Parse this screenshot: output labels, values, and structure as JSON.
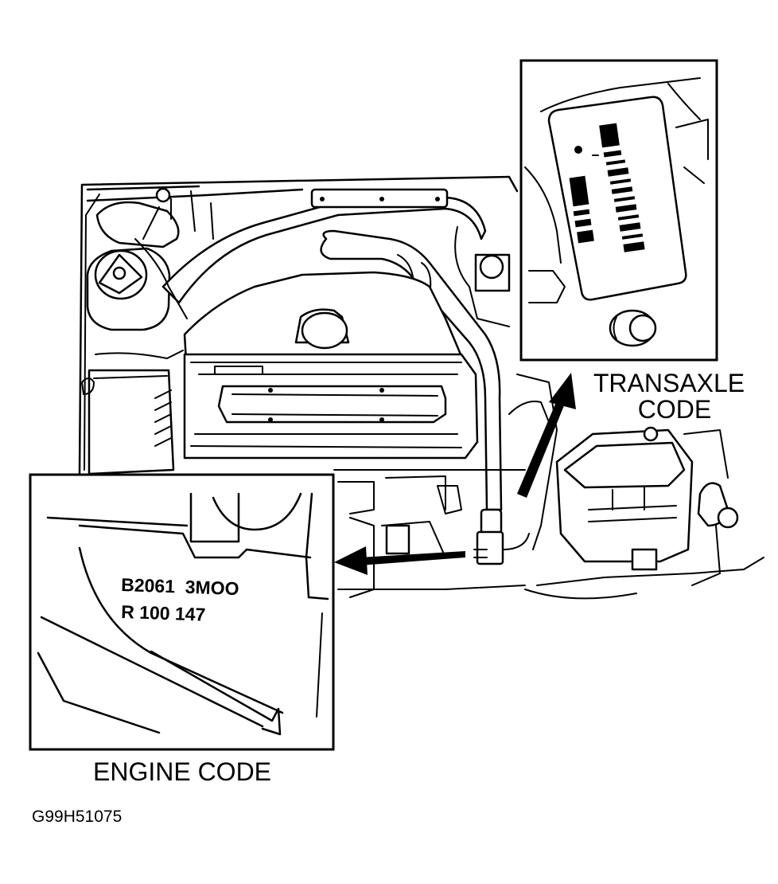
{
  "labels": {
    "transaxle_line1": "TRANSAXLE",
    "transaxle_line2": "CODE",
    "engine": "ENGINE CODE",
    "figure_id": "G99H51075"
  },
  "engine_code_plate": {
    "line1": "B2061  3MOO",
    "line2": "R 100 147"
  }
}
